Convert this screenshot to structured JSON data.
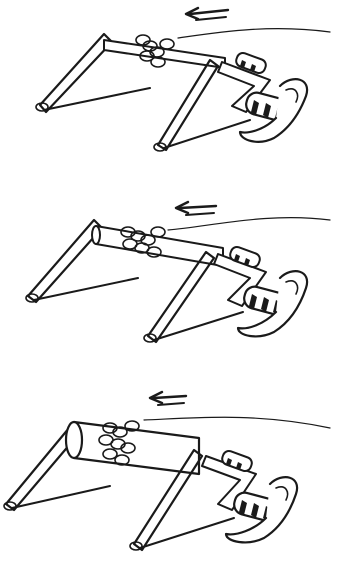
{
  "figure": {
    "panels": [
      {
        "id": "panel-1",
        "arrow": "left"
      },
      {
        "id": "panel-2",
        "arrow": "left"
      },
      {
        "id": "panel-3",
        "arrow": "left"
      }
    ],
    "colors": {
      "ink": "#1a1a1a",
      "background": "#ffffff"
    }
  }
}
